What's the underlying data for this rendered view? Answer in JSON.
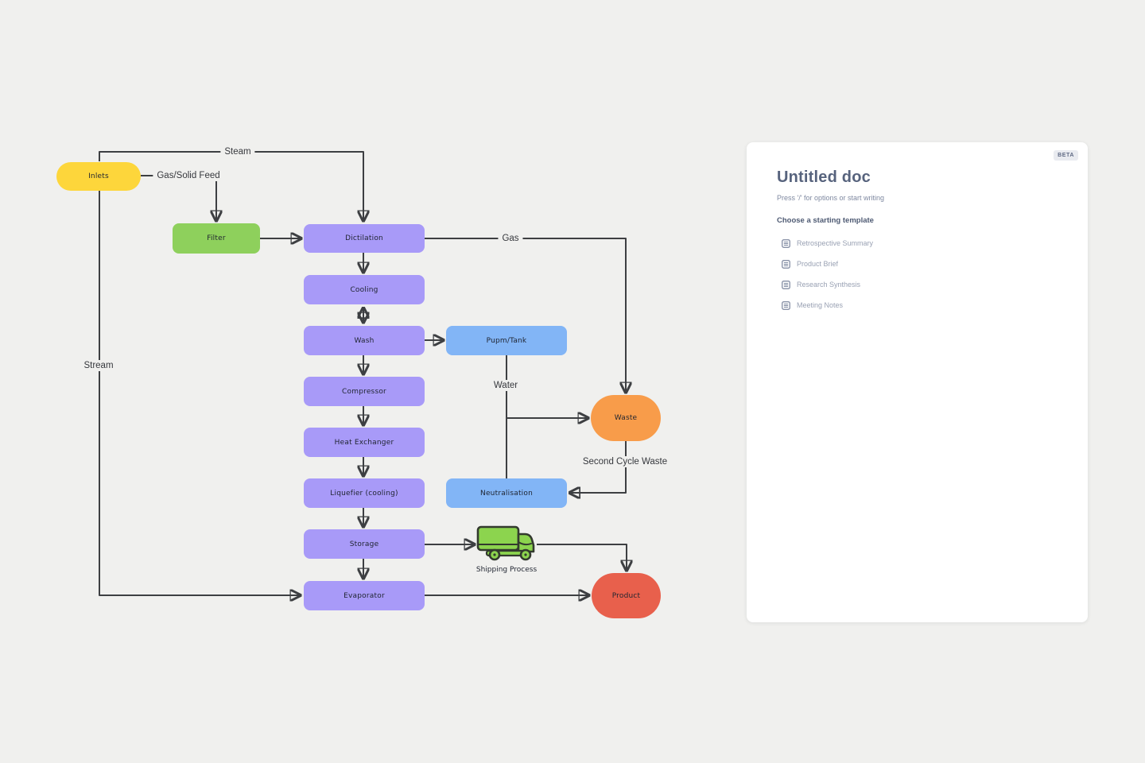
{
  "canvas": {
    "background": "#f0f0ee",
    "line_color": "#3d3f42"
  },
  "diagram": {
    "nodes": [
      {
        "label": "Inlets",
        "color": "#fdd63b",
        "shape": "pill"
      },
      {
        "label": "Filter",
        "color": "#8ed05c",
        "shape": "rect"
      },
      {
        "label": "Dictilation",
        "color": "#a89af8",
        "shape": "rect"
      },
      {
        "label": "Cooling",
        "color": "#a89af8",
        "shape": "rect"
      },
      {
        "label": "Wash",
        "color": "#a89af8",
        "shape": "rect"
      },
      {
        "label": "Pupm/Tank",
        "color": "#82b5f6",
        "shape": "rect"
      },
      {
        "label": "Compressor",
        "color": "#a89af8",
        "shape": "rect"
      },
      {
        "label": "Heat Exchanger",
        "color": "#a89af8",
        "shape": "rect"
      },
      {
        "label": "Liquefier (cooling)",
        "color": "#a89af8",
        "shape": "rect"
      },
      {
        "label": "Storage",
        "color": "#a89af8",
        "shape": "rect"
      },
      {
        "label": "Evaporator",
        "color": "#a89af8",
        "shape": "rect"
      },
      {
        "label": "Neutralisation",
        "color": "#82b5f6",
        "shape": "rect"
      },
      {
        "label": "Waste",
        "color": "#f89c4a",
        "shape": "pill"
      },
      {
        "label": "Product",
        "color": "#e8604c",
        "shape": "pill"
      },
      {
        "label": "Shipping Process",
        "color": "#8cd44e",
        "shape": "truck-icon"
      }
    ],
    "edge_labels": {
      "steam": "Steam",
      "gas_solid_feed": "Gas/Solid Feed",
      "gas": "Gas",
      "water": "Water",
      "second_cycle_waste": "Second Cycle Waste",
      "stream": "Stream"
    }
  },
  "doc_panel": {
    "beta_badge": "BETA",
    "title": "Untitled doc",
    "placeholder": "Press '/' for options or start writing",
    "templates_heading": "Choose a starting template",
    "templates": [
      {
        "icon": "document-icon",
        "label": "Retrospective Summary"
      },
      {
        "icon": "document-icon",
        "label": "Product Brief"
      },
      {
        "icon": "document-icon",
        "label": "Research Synthesis"
      },
      {
        "icon": "document-icon",
        "label": "Meeting Notes"
      }
    ]
  }
}
